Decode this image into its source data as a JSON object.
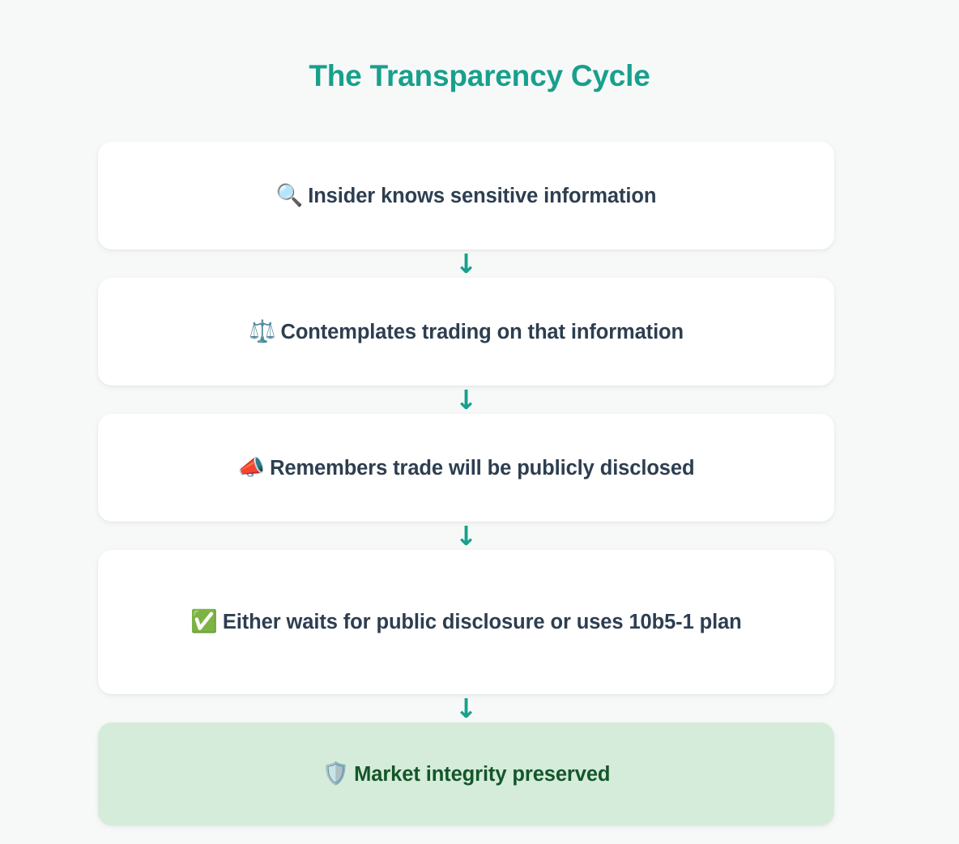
{
  "page": {
    "title": "The Transparency Cycle",
    "background_color": "#f7f9f8"
  },
  "colors": {
    "title_teal": "#17a08d",
    "arrow_teal": "#17a08d",
    "card_text_navy": "#2d3e50",
    "card_background": "#ffffff",
    "highlight_card_background": "#d5ecda",
    "highlight_text_green": "#14562a"
  },
  "flow": {
    "arrow_glyph": "↓",
    "steps": [
      {
        "emoji": "🔍",
        "emoji_name": "magnifying-glass-icon",
        "text": "Insider knows sensitive information",
        "highlight": false
      },
      {
        "emoji": "⚖️",
        "emoji_name": "balance-scale-icon",
        "text": "Contemplates trading on that information",
        "highlight": false
      },
      {
        "emoji": "📣",
        "emoji_name": "megaphone-icon",
        "text": "Remembers trade will be publicly disclosed",
        "highlight": false
      },
      {
        "emoji": "✅",
        "emoji_name": "check-mark-button-icon",
        "text": "Either waits for public disclosure or uses 10b5-1 plan",
        "highlight": false
      },
      {
        "emoji": "🛡️",
        "emoji_name": "shield-icon",
        "text": "Market integrity preserved",
        "highlight": true
      }
    ]
  }
}
